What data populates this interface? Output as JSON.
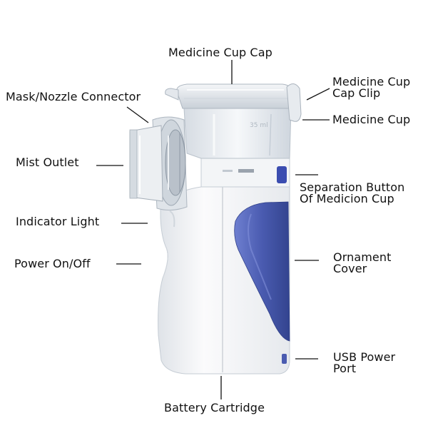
{
  "diagram": {
    "labels": {
      "medicine_cup_cap": "Medicine Cup Cap",
      "medicine_cup_cap_clip": [
        "Medicine Cup",
        "Cap Clip"
      ],
      "mask_nozzle_connector": "Mask/Nozzle Connector",
      "medicine_cup": "Medicine Cup",
      "mist_outlet": "Mist Outlet",
      "separation_button": [
        "Separation Button",
        "Of Medicion Cup"
      ],
      "indicator_light": "Indicator Light",
      "power_on_off": "Power On/Off",
      "ornament_cover": [
        "Ornament",
        "Cover"
      ],
      "usb_power_port": [
        "USB Power",
        "Port"
      ],
      "battery_cartridge": "Battery Cartridge"
    },
    "colors": {
      "body_white": "#f2f4f6",
      "body_shade": "#d8dde3",
      "cover_blue": "#4a5bb0",
      "cover_blue_dark": "#33448f",
      "cup_clear": "#e9edf1",
      "leader_line": "#111111"
    }
  }
}
